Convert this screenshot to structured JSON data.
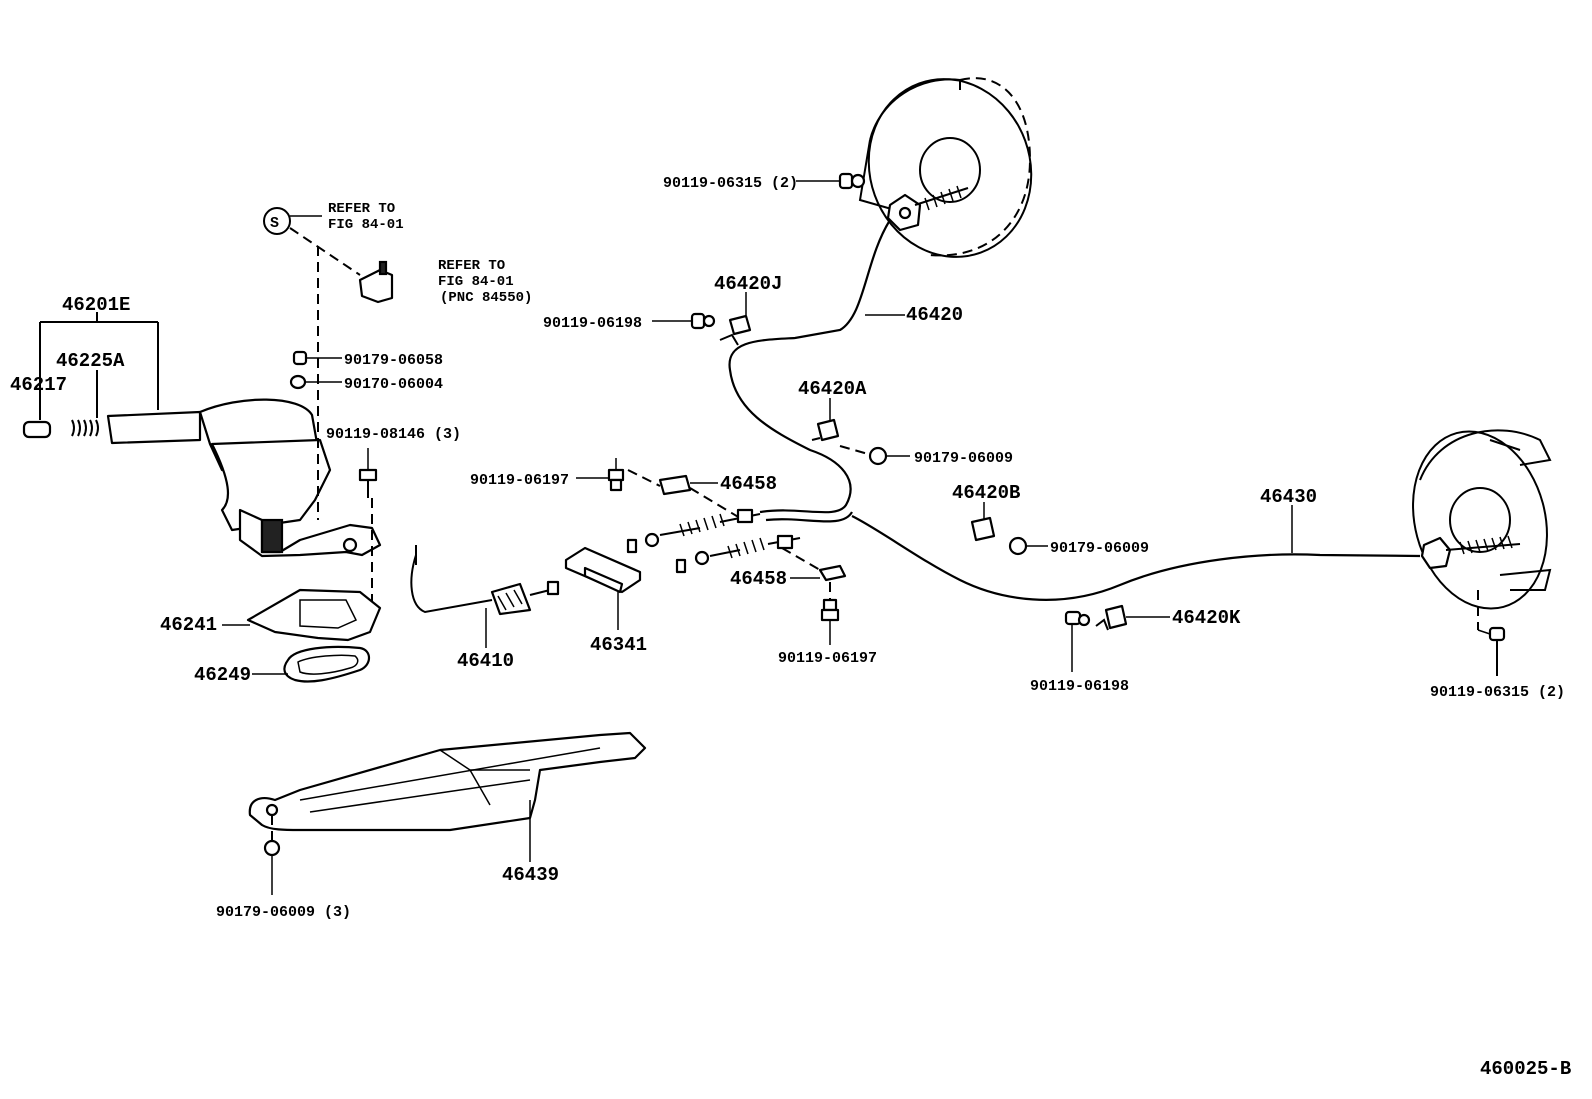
{
  "labels": {
    "l46201E": "46201E",
    "l46225A": "46225A",
    "l46217": "46217",
    "refer1_line1": "REFER TO",
    "refer1_line2": "FIG 84-01",
    "refer2_line1": "REFER TO",
    "refer2_line2": "FIG 84-01",
    "refer2_line3": "(PNC 84550)",
    "symbol_s": "S",
    "l90179_06058": "90179-06058",
    "l90170_06004": "90170-06004",
    "l90119_08146": "90119-08146 (3)",
    "l46241": "46241",
    "l46249": "46249",
    "l46410": "46410",
    "l46341": "46341",
    "l90119_06197a": "90119-06197",
    "l46458a": "46458",
    "l46458b": "46458",
    "l90119_06197b": "90119-06197",
    "l90119_06198a": "90119-06198",
    "l46420J": "46420J",
    "l46420": "46420",
    "l90119_06315a": "90119-06315 (2)",
    "l46420A": "46420A",
    "l90179_06009a": "90179-06009",
    "l46420B": "46420B",
    "l90179_06009b": "90179-06009",
    "l46430": "46430",
    "l46420K": "46420K",
    "l90119_06198b": "90119-06198",
    "l90119_06315b": "90119-06315 (2)",
    "l46439": "46439",
    "l90179_06009c": "90179-06009 (3)",
    "figure_code": "460025-B"
  }
}
